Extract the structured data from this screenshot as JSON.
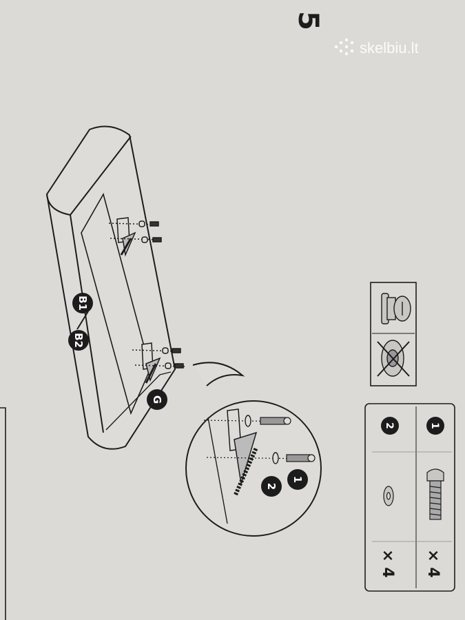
{
  "step_number": "5",
  "watermark": {
    "text": "skelbiu.lt",
    "icon": "dots-logo-icon"
  },
  "part_labels": {
    "b1": "B1",
    "b2": "B2",
    "g": "G"
  },
  "callout": {
    "marker_1": "1",
    "marker_2": "2"
  },
  "parts_table": {
    "rows": [
      {
        "marker": "1",
        "item": "screw-icon",
        "quantity": "× 4"
      },
      {
        "marker": "2",
        "item": "washer-icon",
        "quantity": "× 4"
      }
    ]
  },
  "tip_box": {
    "correct": "knob-correct-icon",
    "wrong": "crossed-out-icon"
  },
  "colors": {
    "paper": "#dcdad6",
    "ink": "#1c1c1c",
    "watermark": "#ffffff"
  }
}
